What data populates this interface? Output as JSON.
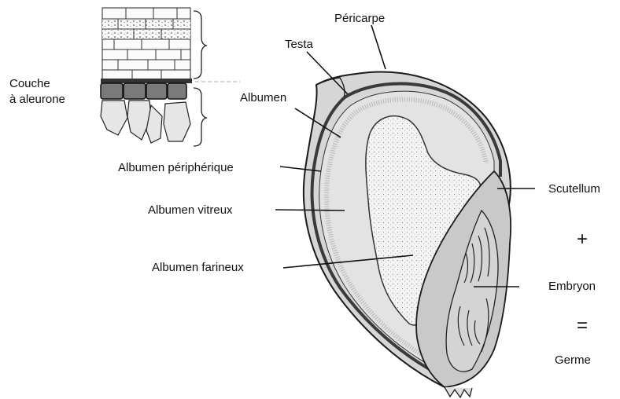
{
  "labels": {
    "pericarpe": "Péricarpe",
    "testa": "Testa",
    "couche_aleurone_line1": "Couche",
    "couche_aleurone_line2": "à aleurone",
    "albumen": "Albumen",
    "albumen_peripherique": "Albumen périphérique",
    "albumen_vitreux": "Albumen vitreux",
    "albumen_farineux": "Albumen farineux",
    "scutellum": "Scutellum",
    "plus": "+",
    "embryon": "Embryon",
    "equals": "=",
    "germe": "Germe"
  },
  "colors": {
    "outline": "#1a1a1a",
    "albumen_fill": "#e3e3e3",
    "farineux_fill": "#f4f4f4",
    "germ_fill": "#c9c9c9",
    "aleurone_fill": "#7a7a7a",
    "cell_fill": "#e6e6e6"
  }
}
